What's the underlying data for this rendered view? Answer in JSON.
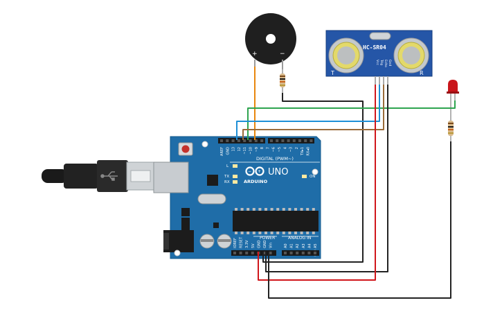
{
  "board": {
    "logo": "ARDUINO",
    "model": "UNO",
    "digital_label": "DIGITAL (PWM~)",
    "power_label": "POWER",
    "analog_label": "ANALOG IN",
    "on_label": "ON",
    "led_l": "L",
    "led_tx": "TX",
    "led_rx": "RX",
    "digital_pins": [
      "AREF",
      "GND",
      "13",
      "12",
      "~11",
      "~10",
      "~9",
      "8",
      "7",
      "~6",
      "~5",
      "4",
      "~3",
      "2",
      "TX▸1",
      "RX◂0"
    ],
    "power_pins": [
      "IOREF",
      "RESET",
      "3.3V",
      "5V",
      "GND",
      "GND",
      "Vin"
    ],
    "analog_pins": [
      "A0",
      "A1",
      "A2",
      "A3",
      "A4",
      "A5"
    ]
  },
  "sensor": {
    "model": "HC-SR04",
    "pins": [
      "Vcc",
      "Trig",
      "Echo",
      "Gnd"
    ],
    "left_mark": "T",
    "right_mark": "R"
  },
  "buzzer": {
    "plus": "+",
    "minus": "−"
  },
  "colors": {
    "board": "#1f6da8",
    "sensor": "#2556a7",
    "wire_orange": "#e8860c",
    "wire_green": "#2ea44f",
    "wire_blue": "#1e8fd6",
    "wire_brown": "#9a6b3a",
    "wire_black": "#222222",
    "wire_red": "#d0151a",
    "led": "#c9161b"
  }
}
